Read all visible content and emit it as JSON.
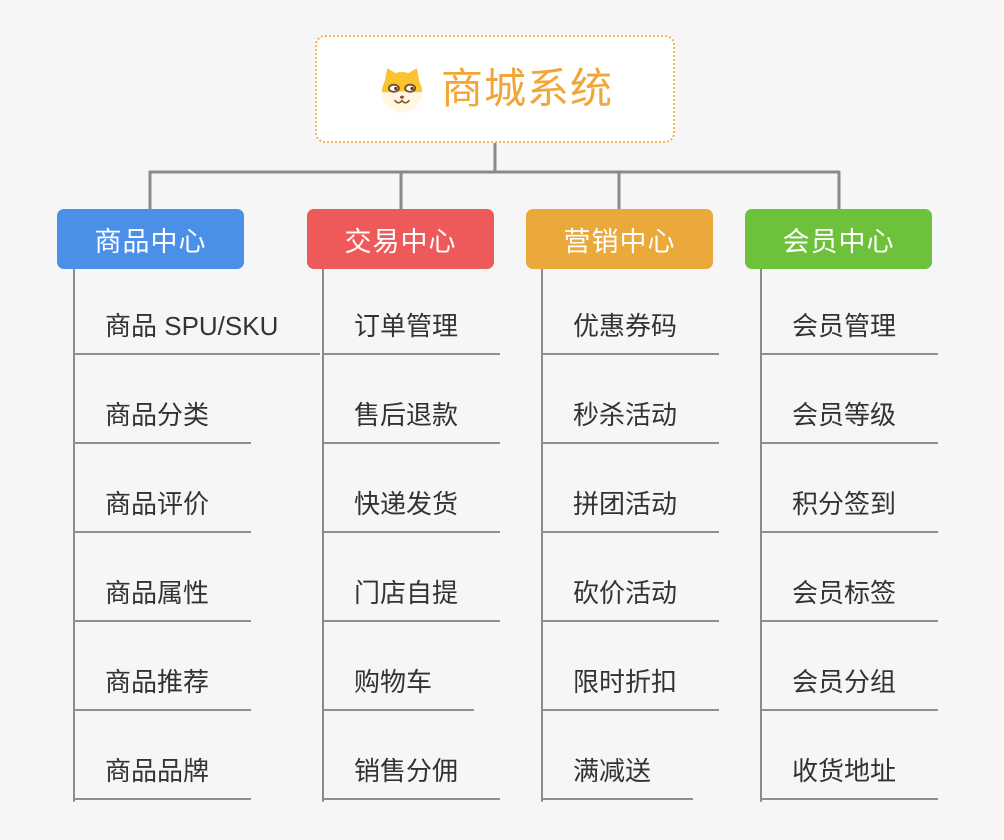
{
  "root": {
    "title": "商城系统",
    "icon": "dog-face-icon",
    "title_color": "#F2A638",
    "border_color": "#F5B44C"
  },
  "connector_color": "#8A8A8A",
  "underline_color": "#8F8F8F",
  "background_color": "#F6F6F6",
  "branches": [
    {
      "label": "商品中心",
      "color": "#4A8FE8",
      "children": [
        "商品 SPU/SKU",
        "商品分类",
        "商品评价",
        "商品属性",
        "商品推荐",
        "商品品牌"
      ]
    },
    {
      "label": "交易中心",
      "color": "#EE5A5A",
      "children": [
        "订单管理",
        "售后退款",
        "快递发货",
        "门店自提",
        "购物车",
        "销售分佣"
      ]
    },
    {
      "label": "营销中心",
      "color": "#EBA93C",
      "children": [
        "优惠券码",
        "秒杀活动",
        "拼团活动",
        "砍价活动",
        "限时折扣",
        "满减送"
      ]
    },
    {
      "label": "会员中心",
      "color": "#6EC13A",
      "children": [
        "会员管理",
        "会员等级",
        "积分签到",
        "会员标签",
        "会员分组",
        "收货地址"
      ]
    }
  ]
}
